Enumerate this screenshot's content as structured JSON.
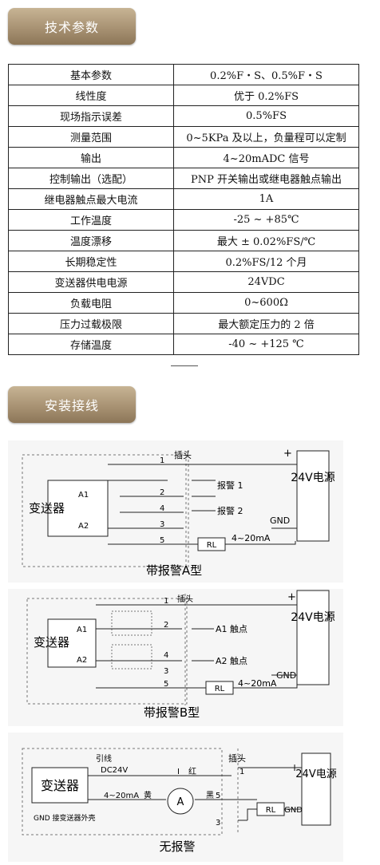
{
  "sections": {
    "params_title": "技术参数",
    "wiring_title": "安装接线"
  },
  "specs": [
    {
      "k": "基本参数",
      "v": "0.2%F・S、0.5%F・S"
    },
    {
      "k": "线性度",
      "v": "优于 0.2%FS"
    },
    {
      "k": "现场指示误差",
      "v": "0.5%FS"
    },
    {
      "k": "测量范围",
      "v": "0~5KPa 及以上，负量程可以定制"
    },
    {
      "k": "输出",
      "v": "4~20mADC 信号"
    },
    {
      "k": "控制输出（选配）",
      "v": "PNP 开关输出或继电器触点输出"
    },
    {
      "k": "继电器触点最大电流",
      "v": "1A"
    },
    {
      "k": "工作温度",
      "v": "-25 ~ +85℃"
    },
    {
      "k": "温度漂移",
      "v": "最大 ± 0.02%FS/℃"
    },
    {
      "k": "长期稳定性",
      "v": "0.2%FS/12 个月"
    },
    {
      "k": "变送器供电电源",
      "v": "24VDC"
    },
    {
      "k": "负载电阻",
      "v": "0~600Ω"
    },
    {
      "k": "压力过载极限",
      "v": "最大额定压力的 2 倍"
    },
    {
      "k": "存储温度",
      "v": "-40 ~ +125 ℃"
    }
  ],
  "diagram_a": {
    "plug": "插头",
    "transmitter": "变送器",
    "power": "24V电源",
    "plus": "+",
    "gnd": "GND",
    "a1": "A1",
    "a2": "A2",
    "alarm1": "报警 1",
    "alarm2": "报警 2",
    "rl": "RL",
    "current": "4~20mA",
    "pins": [
      "1",
      "2",
      "4",
      "3",
      "5"
    ],
    "caption": "带报警A型"
  },
  "diagram_b": {
    "plug": "插头",
    "transmitter": "变送器",
    "power": "24V电源",
    "plus": "+",
    "gnd": "GND",
    "a1": "A1",
    "a2": "A2",
    "c1": "A1 触点",
    "c2": "A2 触点",
    "rl": "RL",
    "current": "4~20mA",
    "pins": [
      "1",
      "2",
      "4",
      "3",
      "5"
    ],
    "caption": "带报警B型"
  },
  "diagram_c": {
    "lead": "引线",
    "plug": "插头",
    "transmitter": "变送器",
    "power": "24V电源",
    "dc": "DC24V",
    "plus": "+",
    "gnd": "GND",
    "red": "红",
    "i": "I",
    "current": "4~20mA",
    "yellow": "黄",
    "black": "黑",
    "meter": "A",
    "rl": "RL",
    "shell": "GND 接变送器外壳",
    "pins": [
      "1",
      "5",
      "3"
    ],
    "caption": "无报警"
  }
}
